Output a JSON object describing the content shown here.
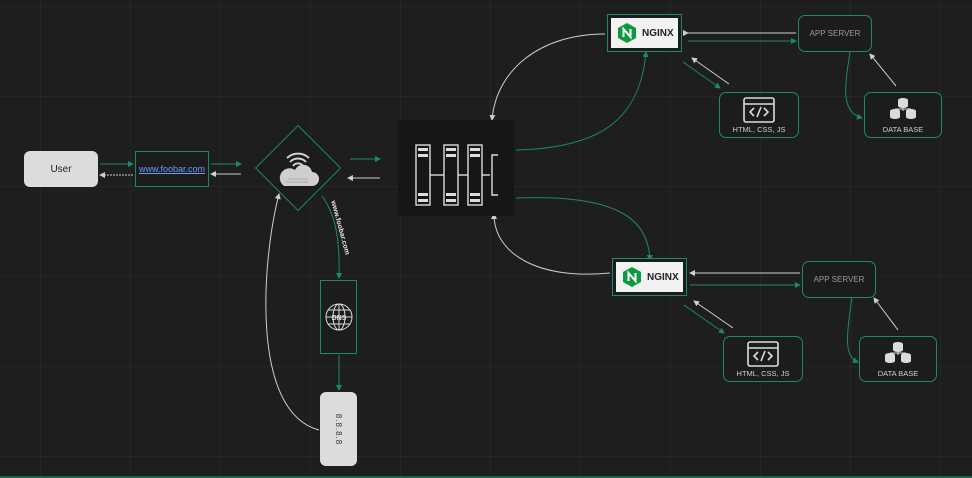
{
  "user": {
    "label": "User"
  },
  "url": {
    "text": "www.foobar.com"
  },
  "dns_query": {
    "text": "www.foobar.com"
  },
  "dns": {
    "icon": "dns-globe-icon"
  },
  "ip": {
    "text": "8.8.8.8"
  },
  "load_balancer": {
    "icon": "server-rack-icon"
  },
  "nginx_top": {
    "label": "NGINX",
    "icon": "nginx-logo-icon"
  },
  "nginx_bottom": {
    "label": "NGINX",
    "icon": "nginx-logo-icon"
  },
  "app_top": {
    "label": "APP SERVER"
  },
  "app_bottom": {
    "label": "APP SERVER"
  },
  "code_top": {
    "label": "HTML, CSS, JS",
    "icon": "code-window-icon"
  },
  "code_bottom": {
    "label": "HTML, CSS, JS",
    "icon": "code-window-icon"
  },
  "db_top": {
    "label": "DATA BASE",
    "icon": "database-icon"
  },
  "db_bottom": {
    "label": "DATA BASE",
    "icon": "database-icon"
  },
  "colors": {
    "accent": "#1c8a6a",
    "background": "#1e1e1e",
    "link": "#6a9bff",
    "line": "#cfcfcf"
  }
}
